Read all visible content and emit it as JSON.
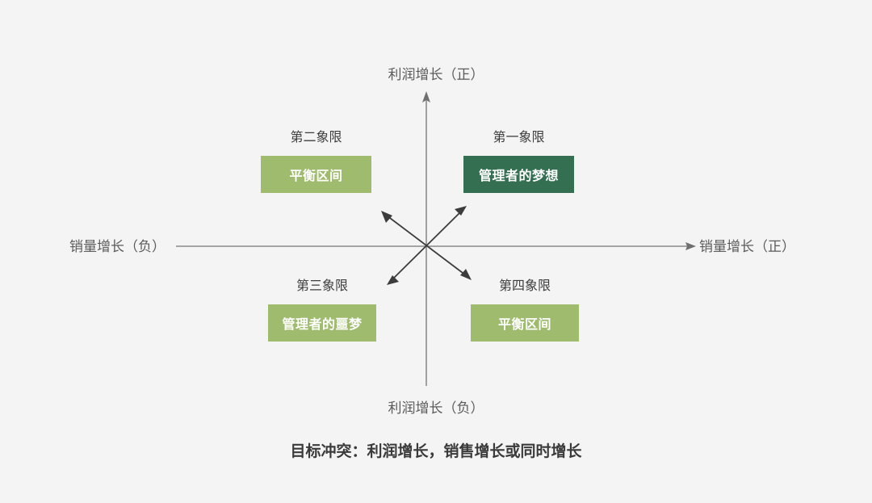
{
  "background_color": "#f4f4f4",
  "colors": {
    "axis": "#8a8a8a",
    "arrow": "#3c3c3c",
    "light_green": "#9fbc6e",
    "dark_green": "#356f51",
    "box_text": "#ffffff",
    "axis_label_text": "#5b5b5b",
    "quadrant_title_text": "#3d3d3d",
    "caption_text": "#3a3a3a"
  },
  "axes": {
    "vertical_positive_label": "利润增长（正）",
    "vertical_negative_label": "利润增长（负）",
    "horizontal_negative_label": "销量增长（负）",
    "horizontal_positive_label": "销量增长（正）"
  },
  "quadrants": [
    {
      "title": "第二象限",
      "box_label": "平衡区间",
      "box_color": "#9fbc6e"
    },
    {
      "title": "第一象限",
      "box_label": "管理者的梦想",
      "box_color": "#356f51"
    },
    {
      "title": "第三象限",
      "box_label": "管理者的噩梦",
      "box_color": "#9fbc6e"
    },
    {
      "title": "第四象限",
      "box_label": "平衡区间",
      "box_color": "#9fbc6e"
    }
  ],
  "caption": "目标冲突：利润增长，销售增长或同时增长"
}
